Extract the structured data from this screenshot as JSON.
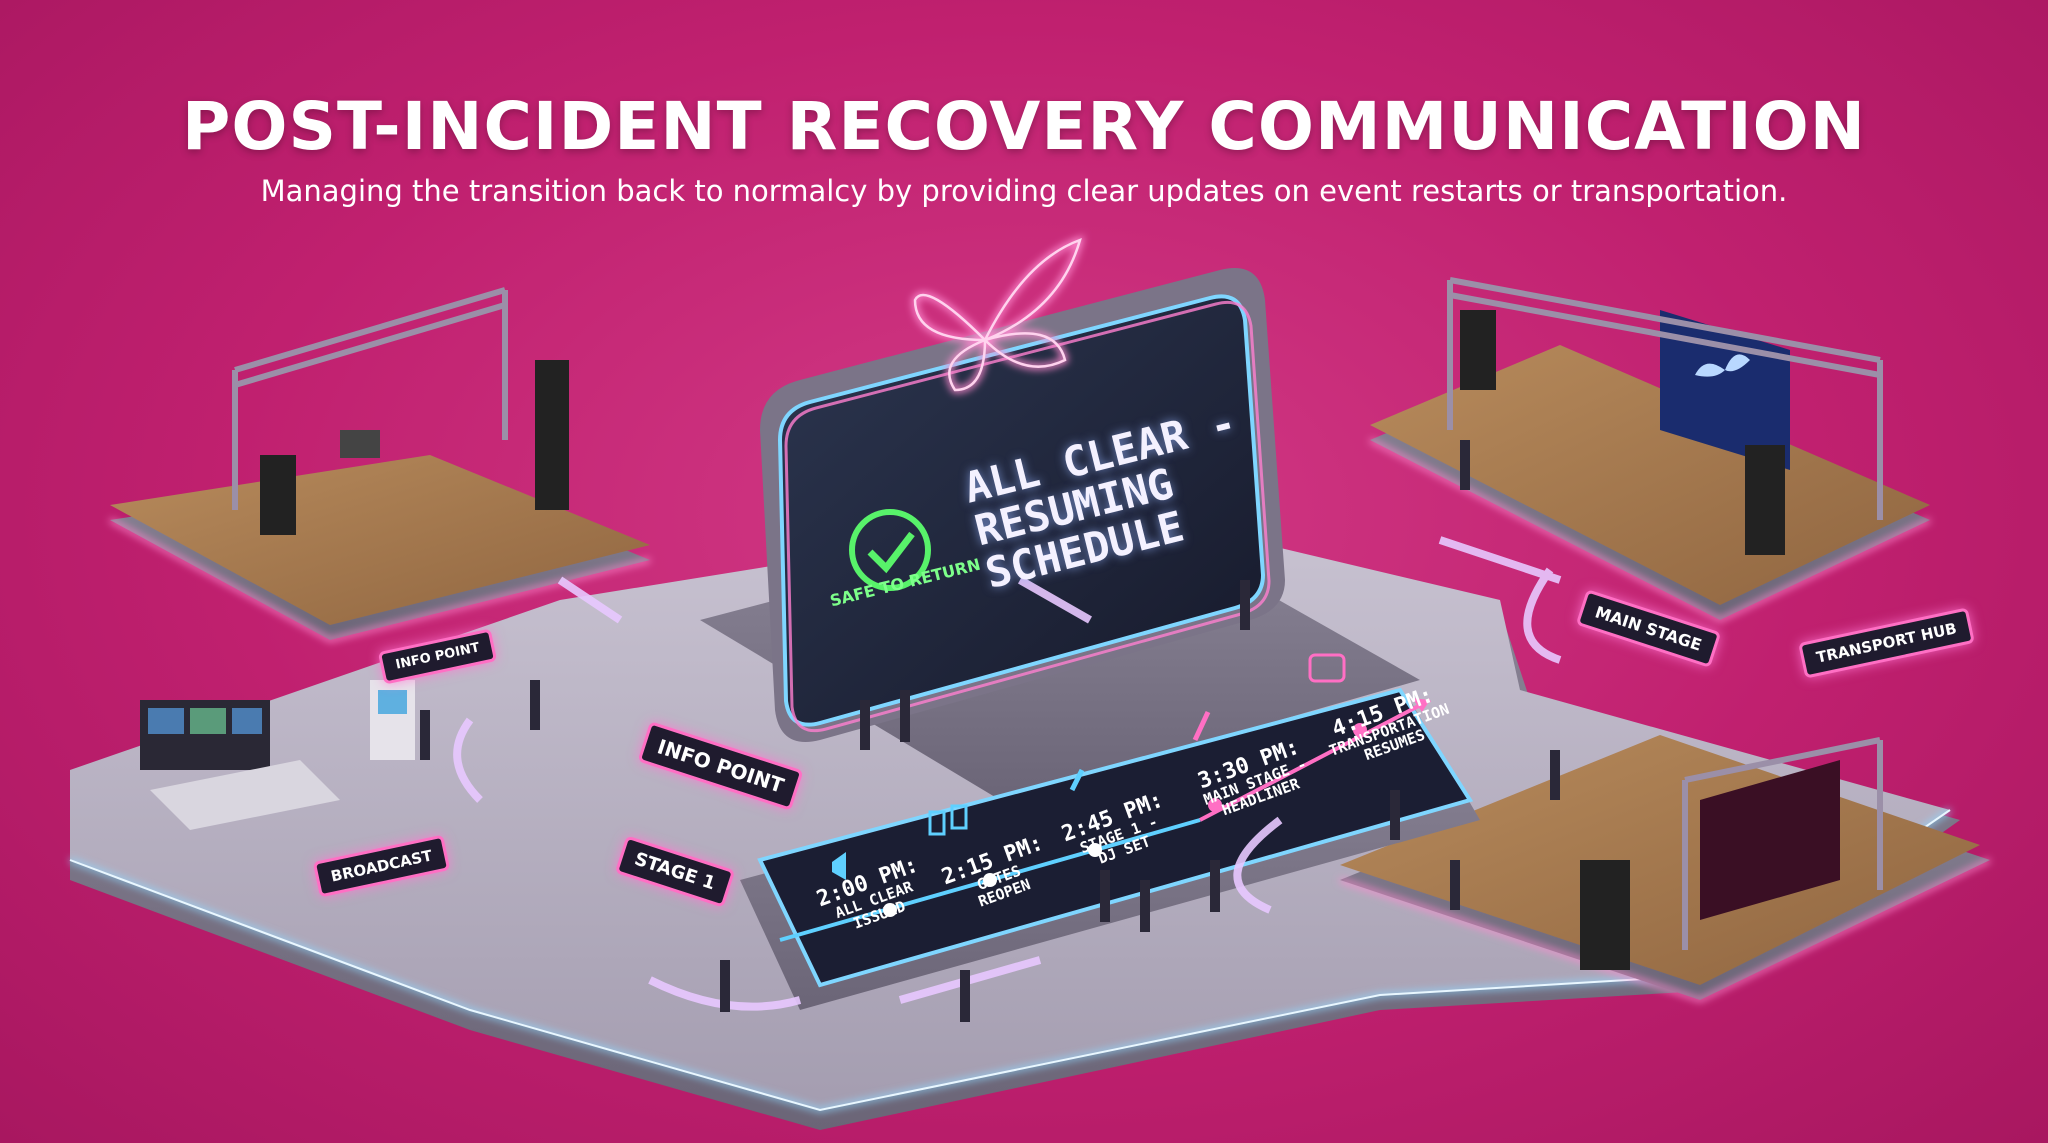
{
  "header": {
    "title": "POST-INCIDENT RECOVERY COMMUNICATION",
    "subtitle": "Managing the transition back to normalcy by providing clear updates on event restarts or transportation."
  },
  "sign": {
    "message_line1": "ALL CLEAR -",
    "message_line2": "RESUMING",
    "message_line3": "SCHEDULE",
    "status": "SAFE TO RETURN"
  },
  "timeline": [
    {
      "time": "2:00 PM:",
      "desc_line1": "ALL CLEAR",
      "desc_line2": "ISSUED",
      "icon": "speaker-icon"
    },
    {
      "time": "2:15 PM:",
      "desc_line1": "GATES",
      "desc_line2": "REOPEN",
      "icon": "gate-icon"
    },
    {
      "time": "2:45 PM:",
      "desc_line1": "STAGE 1 -",
      "desc_line2": "DJ SET",
      "icon": "microphone-icon"
    },
    {
      "time": "3:30 PM:",
      "desc_line1": "MAIN STAGE -",
      "desc_line2": "HEADLINER",
      "icon": "microphone-icon"
    },
    {
      "time": "4:15 PM:",
      "desc_line1": "TRANSPORTATION",
      "desc_line2": "RESUMES",
      "icon": "bus-icon"
    }
  ],
  "zones": {
    "info_point_small": "INFO POINT",
    "info_point": "INFO POINT",
    "broadcast": "BROADCAST",
    "stage1": "STAGE 1",
    "main_stage": "MAIN STAGE",
    "transport_hub": "TRANSPORT HUB"
  },
  "colors": {
    "background": "#c0206f",
    "neon_pink": "#ff6fc4",
    "neon_blue": "#5fd0ff",
    "check_green": "#58f26a",
    "panel_dark": "#1f1b2e"
  }
}
